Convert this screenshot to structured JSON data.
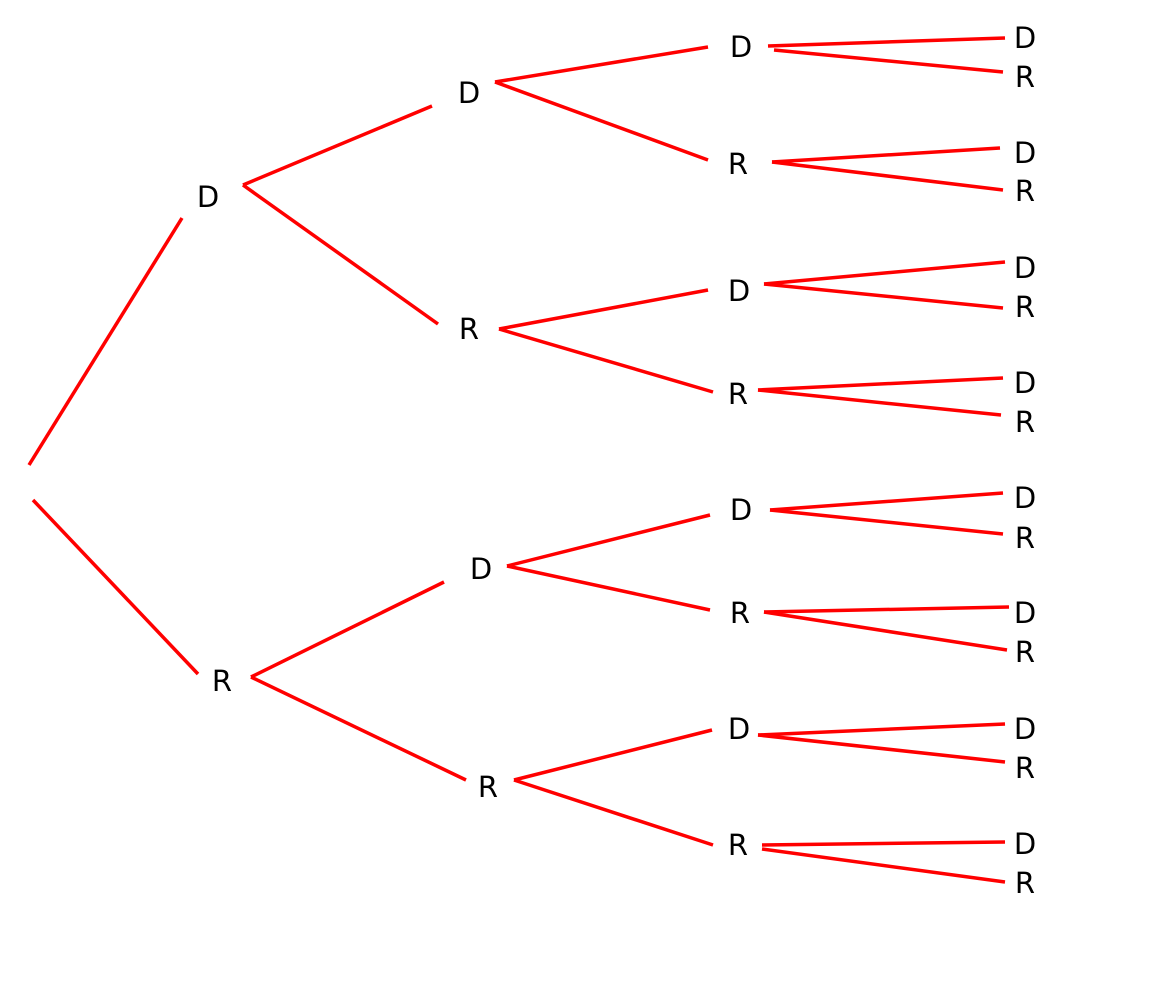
{
  "tree": {
    "edge_color": "#ff0000",
    "level1": [
      "D",
      "R"
    ],
    "level2": [
      "D",
      "R",
      "D",
      "R"
    ],
    "level3": [
      "D",
      "R",
      "D",
      "R",
      "D",
      "R",
      "D",
      "R"
    ],
    "level4": [
      "D",
      "R",
      "D",
      "R",
      "D",
      "R",
      "D",
      "R",
      "D",
      "R",
      "D",
      "R",
      "D",
      "R",
      "D",
      "R"
    ]
  }
}
